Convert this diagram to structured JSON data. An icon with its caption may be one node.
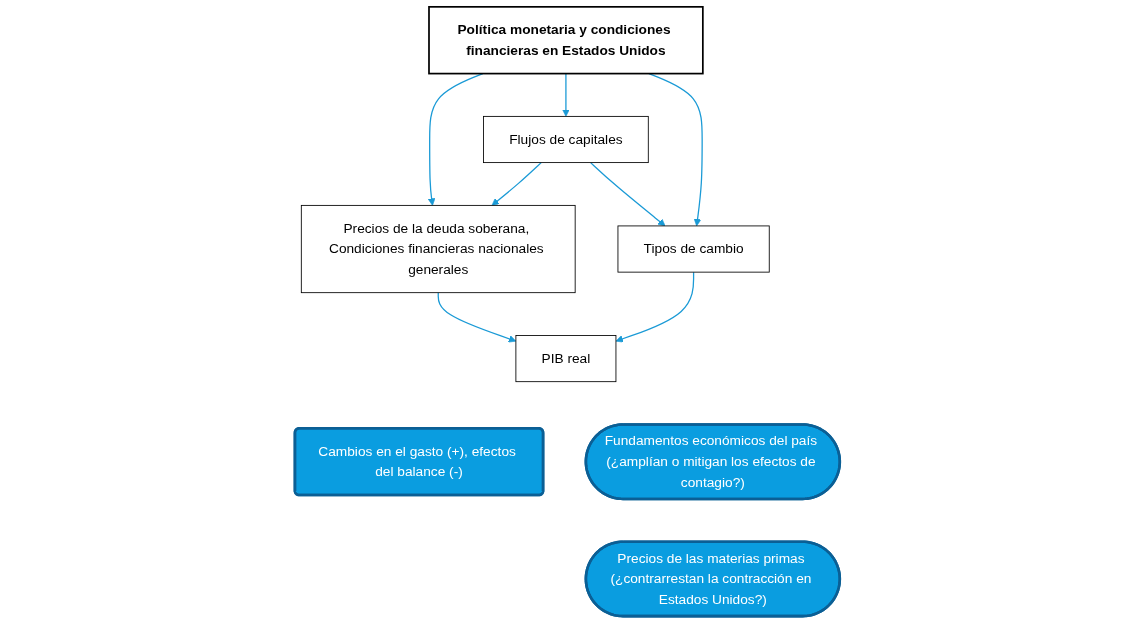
{
  "diagram": {
    "nodes": [
      {
        "text": [
          "Política monetaria y condiciones financieras en Estados Unidos"
        ]
      },
      {
        "text": [
          "Precios de la deuda soberana, Condiciones financieras nacionales generales"
        ]
      },
      {
        "text": [
          "Flujos de capitales"
        ]
      },
      {
        "text": [
          "Tipos de cambio"
        ]
      },
      {
        "text": [
          "PIB real"
        ]
      },
      {
        "text": [
          "Cambios en el gasto (+), efectos del balance (-)"
        ]
      },
      {
        "text": [
          "Fundamentos económicos del país (¿amplían o mitigan los efectos de contagio?)"
        ]
      },
      {
        "text": [
          "Precios de las materias primas (¿contrarrestan la contracción en Estados Unidos?)"
        ]
      }
    ],
    "edges": [
      {
        "from": 0,
        "to": 1,
        "arrow": "to"
      },
      {
        "from": 0,
        "to": 2,
        "arrow": "to"
      },
      {
        "from": 0,
        "to": 3,
        "arrow": "to"
      },
      {
        "from": 2,
        "to": 1,
        "arrow": "to"
      },
      {
        "from": 2,
        "to": 3,
        "arrow": "to"
      },
      {
        "from": 1,
        "to": 4,
        "arrow": "to"
      },
      {
        "from": 3,
        "to": 4,
        "arrow": "to"
      }
    ]
  }
}
